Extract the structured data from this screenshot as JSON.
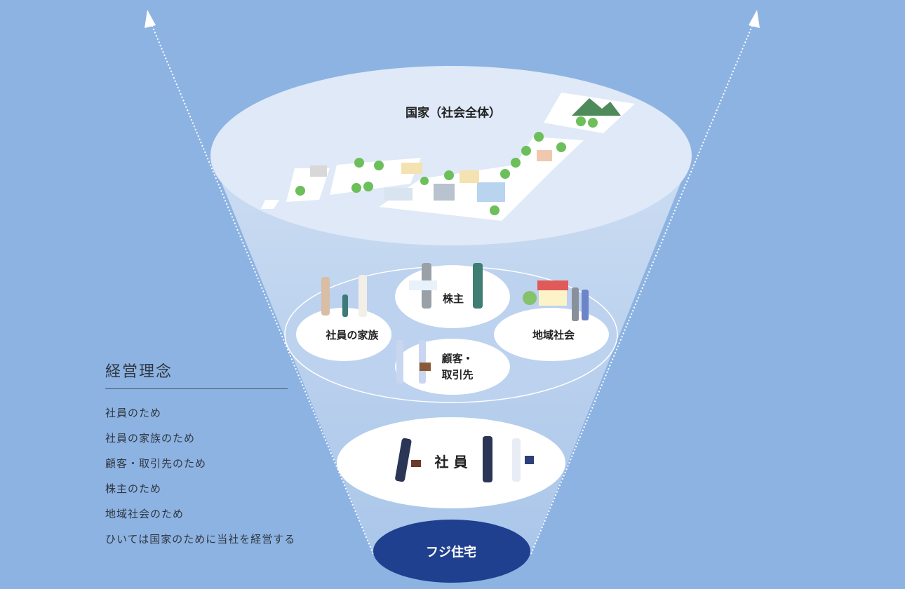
{
  "colors": {
    "background": "#8db3e2",
    "base": "#1f3f8f",
    "ellipse": "#ffffff"
  },
  "diagram": {
    "nation": "国家（社会全体）",
    "stakeholders": {
      "family": "社員の家族",
      "shareholders": "株主",
      "community": "地域社会",
      "customers": "顧客・\n取引先"
    },
    "employees": "社 員",
    "company": "フジ住宅"
  },
  "philosophy": {
    "title": "経営理念",
    "items": [
      "社員のため",
      "社員の家族のため",
      "顧客・取引先のため",
      "株主のため",
      "地域社会のため",
      "ひいては国家のために当社を経営する"
    ]
  }
}
